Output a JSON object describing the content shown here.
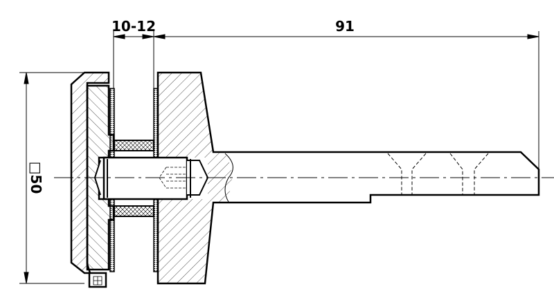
{
  "dimensions": {
    "gap": "10-12",
    "length": "91",
    "size": "□50"
  },
  "colors": {
    "line": "#000000",
    "background": "#ffffff"
  }
}
